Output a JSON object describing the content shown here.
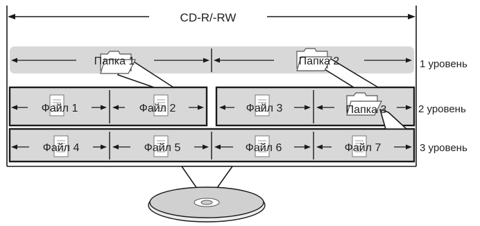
{
  "title": "CD-R/-RW",
  "levels": [
    {
      "label": "1 уровень",
      "items": [
        "Папка 1",
        "Папка 2"
      ]
    },
    {
      "label": "2 уровень",
      "items": [
        "Файл 1",
        "Файл 2",
        "Файл 3",
        "Папка 3"
      ]
    },
    {
      "label": "3 уровень",
      "items": [
        "Файл 4",
        "Файл 5",
        "Файл 6",
        "Файл 7"
      ]
    }
  ],
  "icons": {
    "folder": "folder-icon",
    "file": "file-icon",
    "disc": "disc-icon"
  },
  "colors": {
    "band": "#d8d8d8",
    "line": "#1a1a1a",
    "icon_fill": "#ffffff",
    "disc_fill": "#d0d0d0"
  }
}
